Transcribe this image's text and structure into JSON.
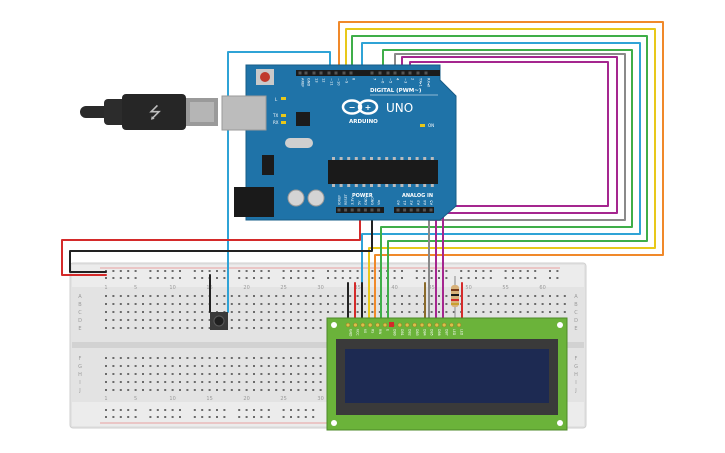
{
  "arduino": {
    "logo_text": "ARDUINO",
    "model": "UNO",
    "digital_label": "DIGITAL (PWM~)",
    "power_label": "POWER",
    "analog_label": "ANALOG IN",
    "on_label": "ON",
    "tx_label": "TX",
    "rx_label": "RX",
    "l_label": "L",
    "top_pin_labels": [
      "AREF",
      "GND",
      "13",
      "12",
      "~11",
      "~10",
      "~9",
      "8",
      "7",
      "~6",
      "~5",
      "4",
      "~3",
      "2",
      "TX▸1",
      "RX◂0"
    ],
    "power_pin_labels": [
      "IOREF",
      "RESET",
      "3.3V",
      "5V",
      "GND",
      "GND",
      "Vin"
    ],
    "analog_pin_labels": [
      "A0",
      "A1",
      "A2",
      "A3",
      "A4",
      "A5"
    ]
  },
  "breadboard": {
    "col_numbers": [
      "1",
      "5",
      "10",
      "15",
      "20",
      "25",
      "30",
      "35",
      "40",
      "45",
      "50",
      "55",
      "60"
    ],
    "row_letters_top": [
      "A",
      "B",
      "C",
      "D",
      "E"
    ],
    "row_letters_bottom": [
      "F",
      "G",
      "H",
      "I",
      "J"
    ]
  },
  "lcd": {
    "pin_labels": [
      "GND",
      "VCC",
      "V0",
      "RS",
      "RW",
      "E",
      "DB0",
      "DB1",
      "DB2",
      "DB3",
      "DB4",
      "DB5",
      "DB6",
      "DB7",
      "LED",
      "LED"
    ]
  },
  "colors": {
    "board": "#1f73a8",
    "breadboard": "#e6e6e6",
    "lcd_pcb": "#6bb33a",
    "lcd_screen": "#1d2a52",
    "wire_red": "#d42a2a",
    "wire_black": "#222222",
    "wire_orange": "#f0892a",
    "wire_yellow": "#e8c81a",
    "wire_green": "#3fae49",
    "wire_cyan": "#2fa3d6",
    "wire_purple": "#a5268f",
    "wire_grey": "#8a8a8a"
  }
}
